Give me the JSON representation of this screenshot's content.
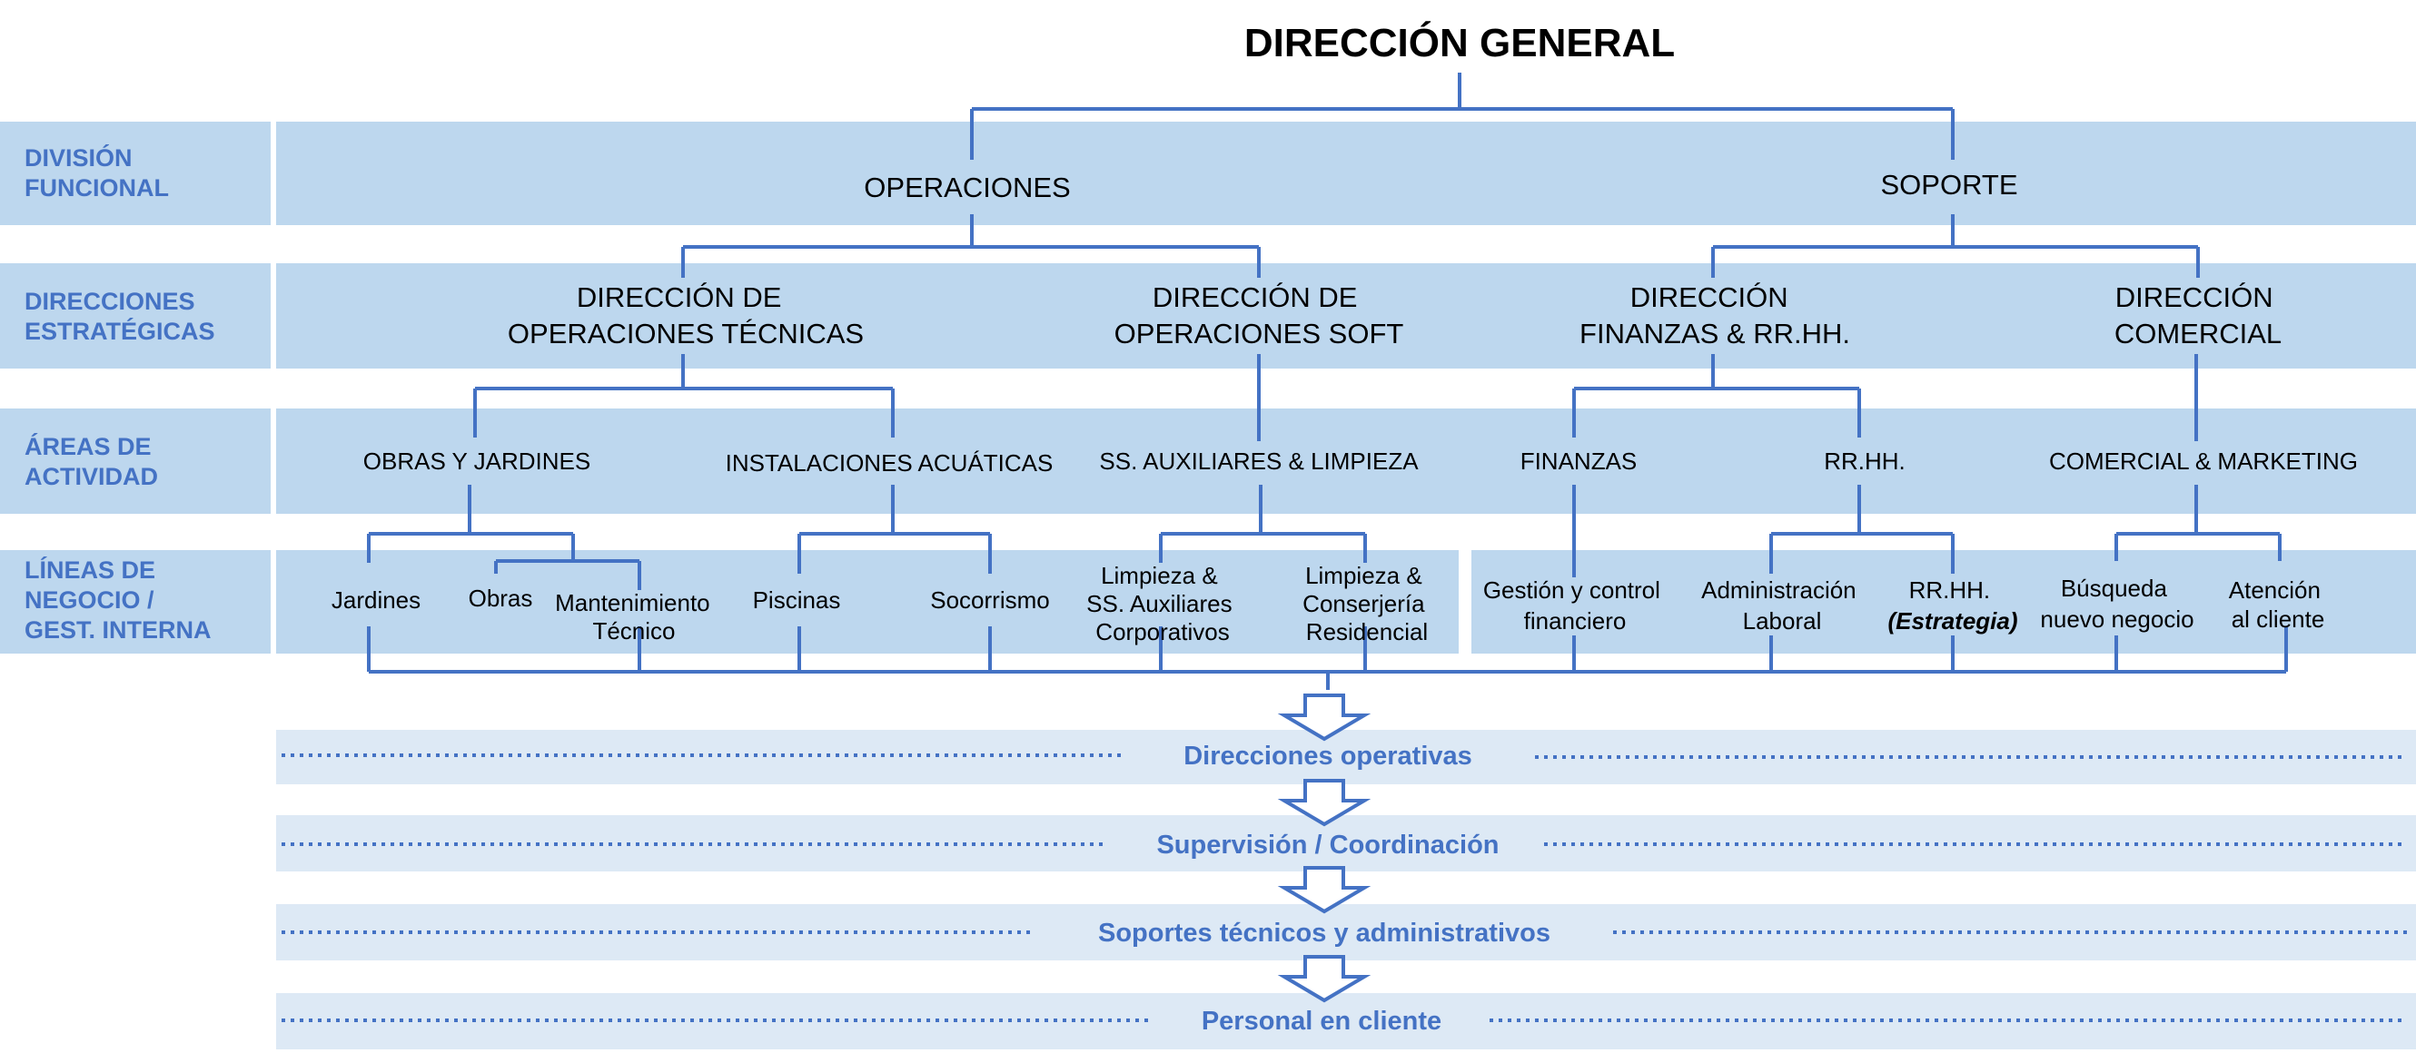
{
  "title": "DIRECCIÓN GENERAL",
  "colors": {
    "band": "#bdd7ee",
    "band_light": "#dde9f5",
    "accent": "#4472c4",
    "text": "#000000"
  },
  "row_labels": {
    "division": [
      "DIVISIÓN",
      "FUNCIONAL"
    ],
    "direcciones": [
      "DIRECCIONES",
      "ESTRATÉGICAS"
    ],
    "areas": [
      "ÁREAS DE",
      "ACTIVIDAD"
    ],
    "lineas": [
      "LÍNEAS DE",
      "NEGOCIO /",
      "GEST. INTERNA"
    ]
  },
  "divisions": {
    "operaciones": "OPERACIONES",
    "soporte": "SOPORTE"
  },
  "direcciones": {
    "tecnicas": [
      "DIRECCIÓN DE",
      "OPERACIONES TÉCNICAS"
    ],
    "soft": [
      "DIRECCIÓN DE",
      "OPERACIONES SOFT"
    ],
    "finanzas": [
      "DIRECCIÓN",
      "FINANZAS & RR.HH."
    ],
    "comercial": [
      "DIRECCIÓN",
      "COMERCIAL"
    ]
  },
  "areas": {
    "obras_jardines": "OBRAS Y JARDINES",
    "acuaticas": "INSTALACIONES ACUÁTICAS",
    "auxiliares": "SS. AUXILIARES & LIMPIEZA",
    "finanzas": "FINANZAS",
    "rrhh": "RR.HH.",
    "comercial_marketing": "COMERCIAL & MARKETING"
  },
  "lineas": {
    "jardines": [
      "Jardines"
    ],
    "obras": [
      "Obras"
    ],
    "mantenimiento": [
      "Mantenimiento",
      "Técnico"
    ],
    "piscinas": [
      "Piscinas"
    ],
    "socorrismo": [
      "Socorrismo"
    ],
    "limpieza_corp": [
      "Limpieza &",
      "SS. Auxiliares",
      "Corporativos"
    ],
    "limpieza_res": [
      "Limpieza &",
      "Conserjería",
      "Residencial"
    ],
    "gestion": [
      "Gestión y control",
      "financiero"
    ],
    "administracion": [
      "Administración",
      "Laboral"
    ],
    "rrhh_estrategia": [
      "RR.HH.",
      "(Estrategia)"
    ],
    "busqueda": [
      "Búsqueda",
      "nuevo negocio"
    ],
    "atencion": [
      "Atención",
      "al cliente"
    ]
  },
  "levels": [
    "Direcciones operativas",
    "Supervisión / Coordinación",
    "Soportes técnicos y administrativos",
    "Personal en cliente"
  ]
}
